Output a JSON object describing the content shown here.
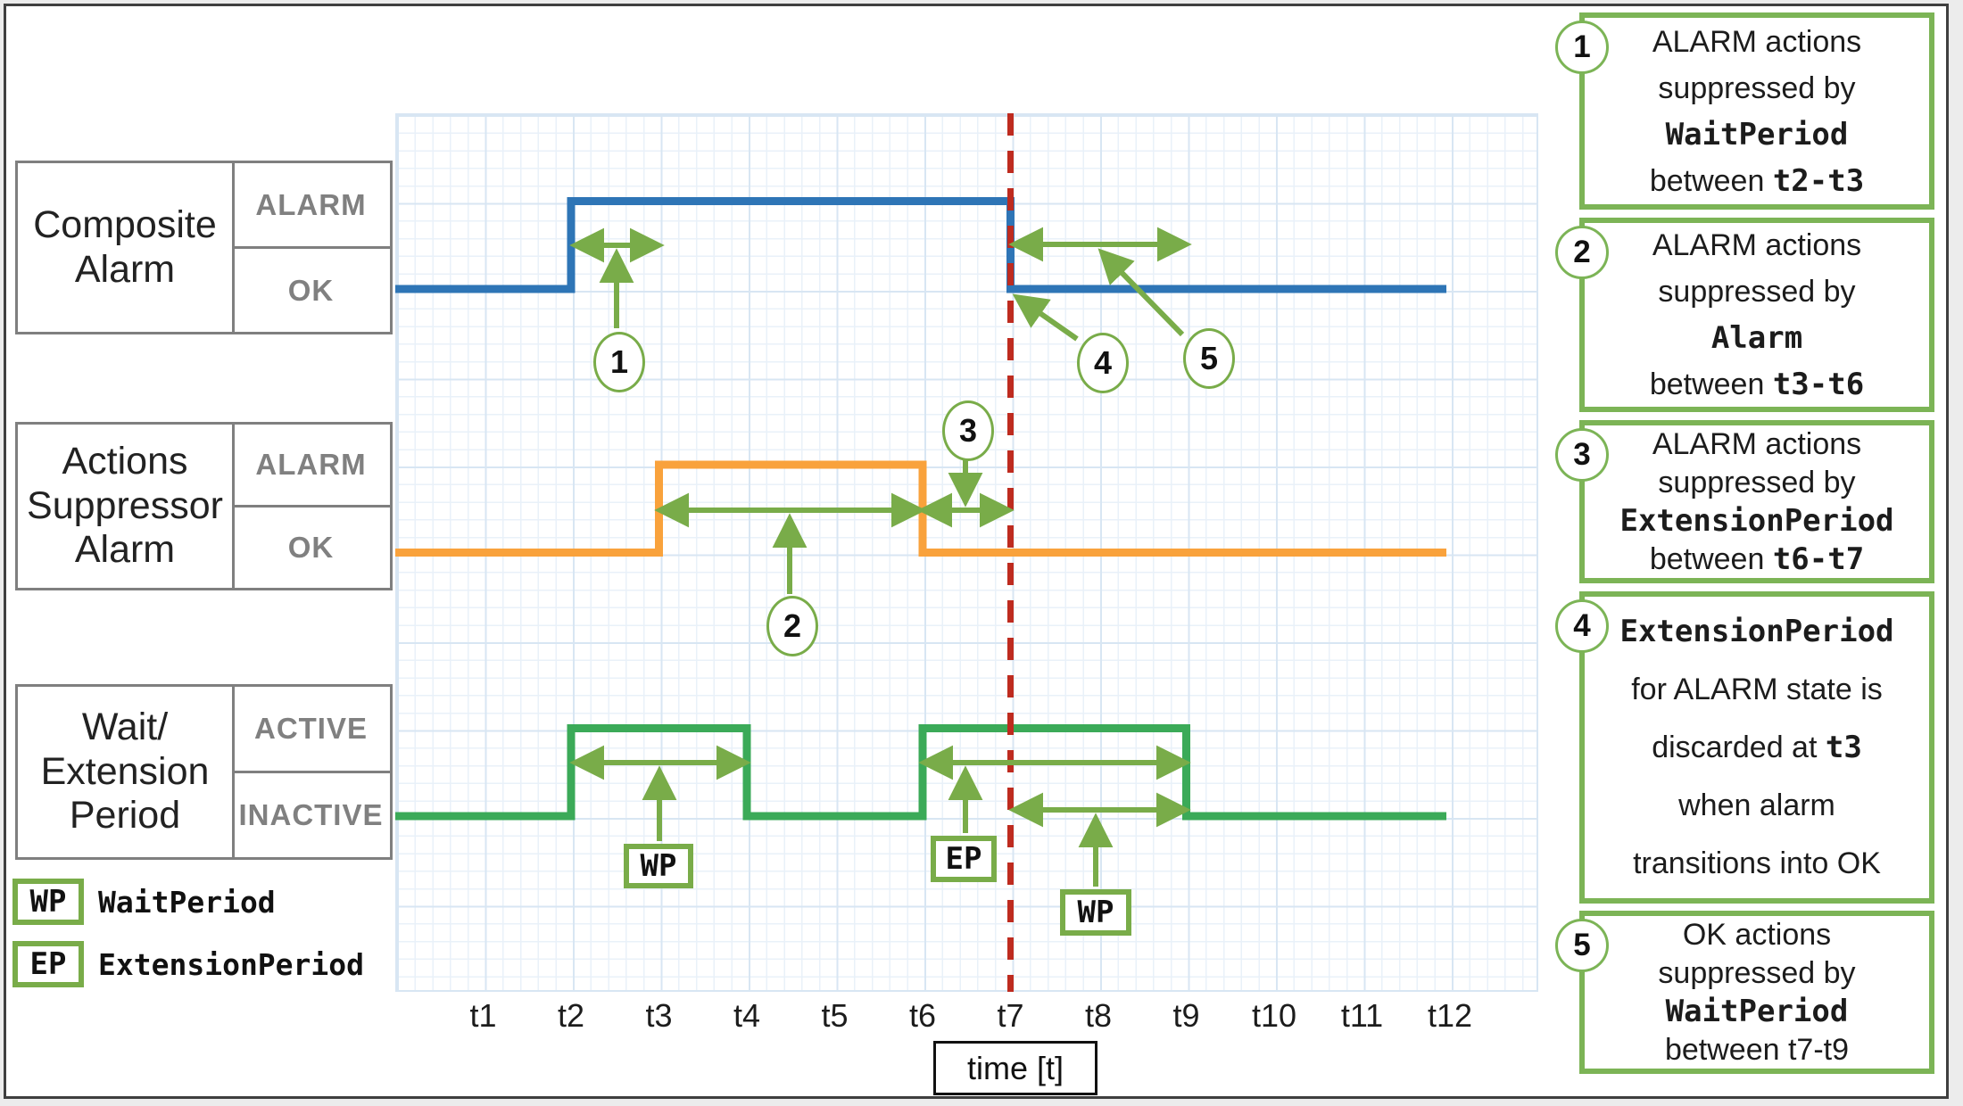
{
  "colors": {
    "blue": "#2E75B6",
    "orange": "#F9A23C",
    "green": "#3BAA58",
    "arrow": "#79AC49",
    "red": "#BE2B1F",
    "note": "#7CB456",
    "gray": "#7F7F7F",
    "status": "#808080",
    "grid_minor": "#E9F1F9",
    "grid_major": "#D8E6F3"
  },
  "rows": [
    {
      "label_lines": [
        "Composite",
        "Alarm"
      ],
      "states": [
        "ALARM",
        "OK"
      ]
    },
    {
      "label_lines": [
        "Actions",
        "Suppressor",
        "Alarm"
      ],
      "states": [
        "ALARM",
        "OK"
      ]
    },
    {
      "label_lines": [
        "Wait/",
        "Extension",
        "Period"
      ],
      "states": [
        "ACTIVE",
        "INACTIVE"
      ]
    }
  ],
  "series": [
    {
      "name": "Composite Alarm",
      "color": "#2E75B6",
      "initial": "OK",
      "changes": [
        {
          "t": 2,
          "state": "ALARM"
        },
        {
          "t": 7,
          "state": "OK"
        }
      ]
    },
    {
      "name": "Actions Suppressor Alarm",
      "color": "#F9A23C",
      "initial": "OK",
      "changes": [
        {
          "t": 3,
          "state": "ALARM"
        },
        {
          "t": 6,
          "state": "OK"
        }
      ]
    },
    {
      "name": "Wait/Extension Period",
      "color": "#3BAA58",
      "initial": "INACTIVE",
      "changes": [
        {
          "t": 2,
          "state": "ACTIVE"
        },
        {
          "t": 4,
          "state": "INACTIVE"
        },
        {
          "t": 6,
          "state": "ACTIVE"
        },
        {
          "t": 9,
          "state": "INACTIVE"
        }
      ]
    }
  ],
  "axis": {
    "ticks": [
      "t1",
      "t2",
      "t3",
      "t4",
      "t5",
      "t6",
      "t7",
      "t8",
      "t9",
      "t10",
      "t11",
      "t12"
    ],
    "title": "time [t]",
    "dashed_marker_at": "t7"
  },
  "legend": {
    "items": [
      {
        "abbr": "WP",
        "label": "WaitPeriod"
      },
      {
        "abbr": "EP",
        "label": "ExtensionPeriod"
      }
    ]
  },
  "markers": {
    "circled": [
      "1",
      "2",
      "3",
      "4",
      "5"
    ],
    "tags": [
      "WP",
      "EP",
      "WP"
    ]
  },
  "notes": [
    {
      "num": "1",
      "lines": [
        [
          {
            "t": "ALARM actions",
            "m": 0
          }
        ],
        [
          {
            "t": "suppressed by",
            "m": 0
          }
        ],
        [
          {
            "t": "WaitPeriod",
            "m": 1
          }
        ],
        [
          {
            "t": "between ",
            "m": 0
          },
          {
            "t": "t2-t3",
            "m": 1
          }
        ]
      ]
    },
    {
      "num": "2",
      "lines": [
        [
          {
            "t": "ALARM actions",
            "m": 0
          }
        ],
        [
          {
            "t": "suppressed by",
            "m": 0
          }
        ],
        [
          {
            "t": "Alarm",
            "m": 1
          }
        ],
        [
          {
            "t": "between ",
            "m": 0
          },
          {
            "t": "t3-t6",
            "m": 1
          }
        ]
      ]
    },
    {
      "num": "3",
      "lines": [
        [
          {
            "t": "ALARM actions",
            "m": 0
          }
        ],
        [
          {
            "t": "suppressed by",
            "m": 0
          }
        ],
        [
          {
            "t": "ExtensionPeriod",
            "m": 1
          }
        ],
        [
          {
            "t": "between ",
            "m": 0
          },
          {
            "t": "t6-t7",
            "m": 1
          }
        ]
      ]
    },
    {
      "num": "4",
      "lines": [
        [
          {
            "t": "ExtensionPeriod",
            "m": 1
          }
        ],
        [
          {
            "t": "for ALARM state is",
            "m": 0
          }
        ],
        [
          {
            "t": "discarded at ",
            "m": 0
          },
          {
            "t": "t3",
            "m": 1
          }
        ],
        [
          {
            "t": "when alarm",
            "m": 0
          }
        ],
        [
          {
            "t": "transitions into OK",
            "m": 0
          }
        ]
      ]
    },
    {
      "num": "5",
      "lines": [
        [
          {
            "t": "OK actions",
            "m": 0
          }
        ],
        [
          {
            "t": "suppressed by",
            "m": 0
          }
        ],
        [
          {
            "t": "WaitPeriod",
            "m": 1
          }
        ],
        [
          {
            "t": "between t7-t9",
            "m": 0
          }
        ]
      ]
    }
  ]
}
